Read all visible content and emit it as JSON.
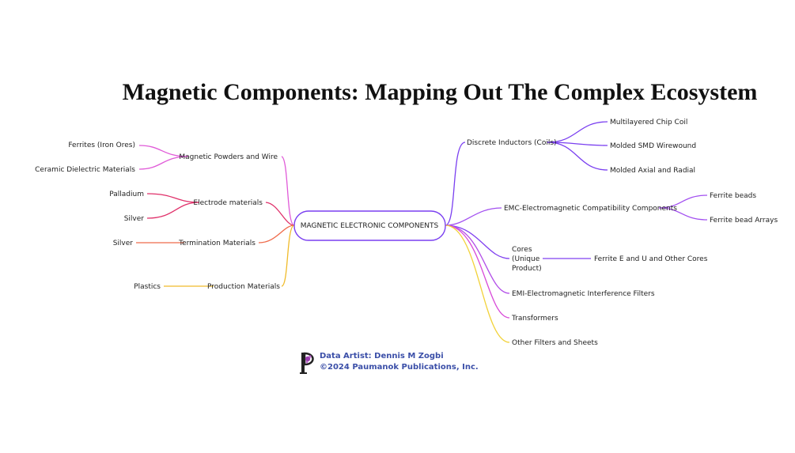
{
  "title": "Magnetic Components: Mapping Out The Complex Ecosystem",
  "center": "MAGNETIC ELECTRONIC COMPONENTS",
  "left_branches": [
    {
      "label": "Magnetic Powders and Wire",
      "color": "#e05ad8",
      "children": [
        "Ferrites (Iron Ores)",
        "Ceramic Dielectric Materials"
      ]
    },
    {
      "label": "Electrode materials",
      "color": "#e0306a",
      "children": [
        "Palladium",
        "Silver"
      ]
    },
    {
      "label": "Termination Materials",
      "color": "#ef6a4a",
      "children": [
        "Silver"
      ]
    },
    {
      "label": "Production Materials",
      "color": "#f0bb2a",
      "children": [
        "Plastics"
      ]
    }
  ],
  "right_branches": [
    {
      "label": "Discrete Inductors (Coils)",
      "color": "#7a3ff0",
      "children": [
        "Multilayered Chip Coil",
        "Molded SMD Wirewound",
        "Molded Axial and Radial"
      ]
    },
    {
      "label": "EMC-Electromagnetic Compatibility Components",
      "color": "#a24ff0",
      "children": [
        "Ferrite beads",
        "Ferrite bead Arrays"
      ]
    },
    {
      "label": "Cores (Unique Product)",
      "label_lines": [
        "Cores",
        "(Unique",
        "Product)"
      ],
      "color": "#8040f0",
      "children": [
        "Ferrite E and U and Other Cores"
      ]
    },
    {
      "label": "EMI-Electromagnetic Interference Filters",
      "color": "#b24ee8",
      "children": []
    },
    {
      "label": "Transformers",
      "color": "#d84ad8",
      "children": []
    },
    {
      "label": "Other Filters and Sheets",
      "color": "#f2d23a",
      "children": []
    }
  ],
  "credit": {
    "line1": "Data Artist: Dennis M Zogbi",
    "line2": "©2024 Paumanok Publications, Inc.",
    "logo_icon": "paumanok-p-logo-icon"
  }
}
